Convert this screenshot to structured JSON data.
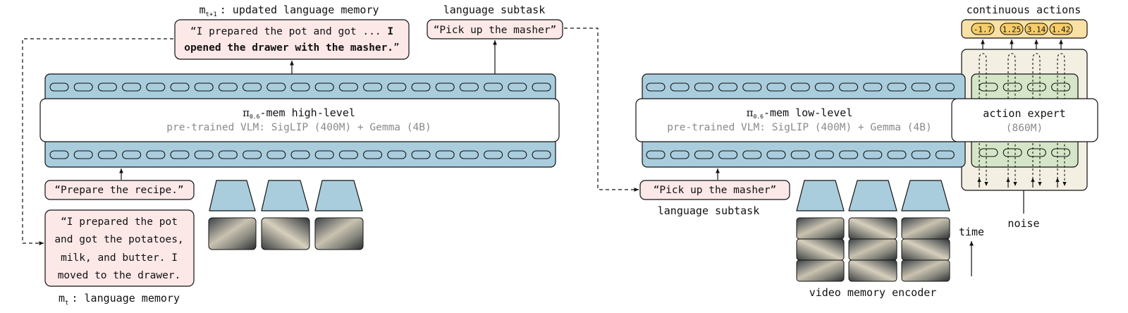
{
  "high_level": {
    "memory_next_label": "m",
    "memory_next_sub": "t+1",
    "memory_next_caption": ": updated language memory",
    "memory_next_text_1a": "“I prepared the pot and got ... ",
    "memory_next_text_1b": "I",
    "memory_next_text_2": "opened the drawer with the masher.",
    "memory_next_text_2_end": "”",
    "subtask_caption": "language subtask",
    "subtask_text": "“Pick up the masher”",
    "model_title": "-mem high-level",
    "model_subtitle": "pre-trained VLM: SigLIP (400M) + Gemma (4B)",
    "prompt_text": "“Prepare the recipe.”",
    "memory_lines": [
      "“I prepared the pot",
      "and got the potatoes,",
      "milk, and butter. I",
      "moved to the drawer."
    ],
    "memory_label": "m",
    "memory_sub": "t",
    "memory_caption": ": language memory"
  },
  "low_level": {
    "model_title": "-mem low-level",
    "model_subtitle": "pre-trained VLM: SigLIP (400M) + Gemma (4B)",
    "subtask_text": "“Pick up the masher”",
    "subtask_caption": "language subtask",
    "video_caption": "video memory encoder",
    "time_label": "time",
    "expert_title": "action expert",
    "expert_size": "(860M)",
    "noise_label": "noise",
    "actions_caption": "continuous actions",
    "actions": [
      "-1.7",
      "1.25",
      "3.14",
      "1.42"
    ]
  },
  "pi_symbol": "π",
  "pi_sub": "0.6",
  "colors": {
    "token_band": "#a9cddd",
    "pink_fill": "#fde8e8",
    "green_fill": "#d5e6c8",
    "expert_bg": "#f3f0e3",
    "action_fill": "#f9e1a6",
    "action_chip": "#f6cd6a",
    "encoder_fill": "#a9cddd"
  }
}
